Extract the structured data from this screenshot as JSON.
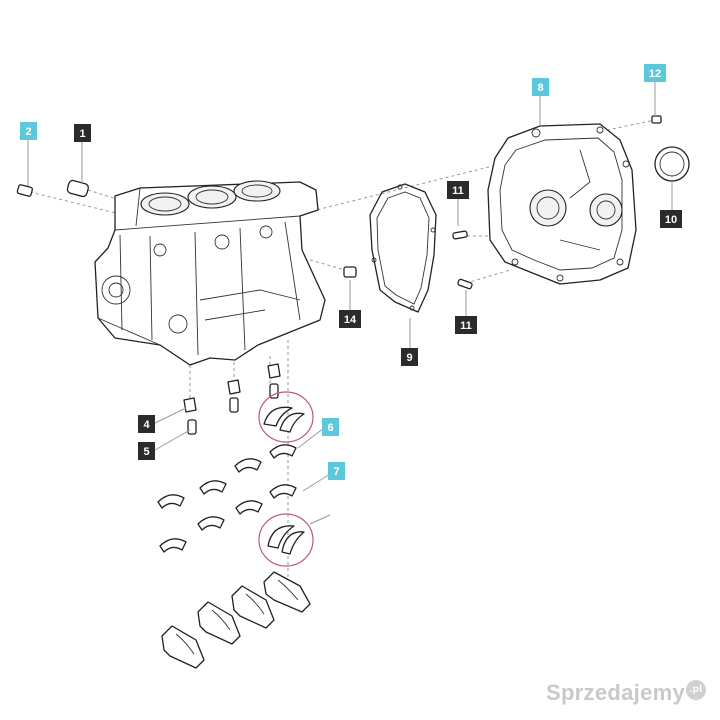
{
  "diagram": {
    "callouts": [
      {
        "id": "c1",
        "label": "1",
        "style": "dark"
      },
      {
        "id": "c2",
        "label": "2",
        "style": "cyan"
      },
      {
        "id": "c4",
        "label": "4",
        "style": "dark"
      },
      {
        "id": "c5",
        "label": "5",
        "style": "dark"
      },
      {
        "id": "c6",
        "label": "6",
        "style": "cyan"
      },
      {
        "id": "c7",
        "label": "7",
        "style": "cyan"
      },
      {
        "id": "c8",
        "label": "8",
        "style": "cyan"
      },
      {
        "id": "c9",
        "label": "9",
        "style": "dark"
      },
      {
        "id": "c10",
        "label": "10",
        "style": "dark"
      },
      {
        "id": "c11a",
        "label": "11",
        "style": "dark"
      },
      {
        "id": "c11b",
        "label": "11",
        "style": "dark"
      },
      {
        "id": "c12",
        "label": "12",
        "style": "cyan"
      },
      {
        "id": "c14",
        "label": "14",
        "style": "dark"
      }
    ],
    "colors": {
      "dark": "#2b2b2b",
      "cyan": "#5bc8dc",
      "highlight": "#c05a6a"
    }
  },
  "watermark": {
    "text": "Sprzedajemy",
    "suffix": ".pl"
  }
}
